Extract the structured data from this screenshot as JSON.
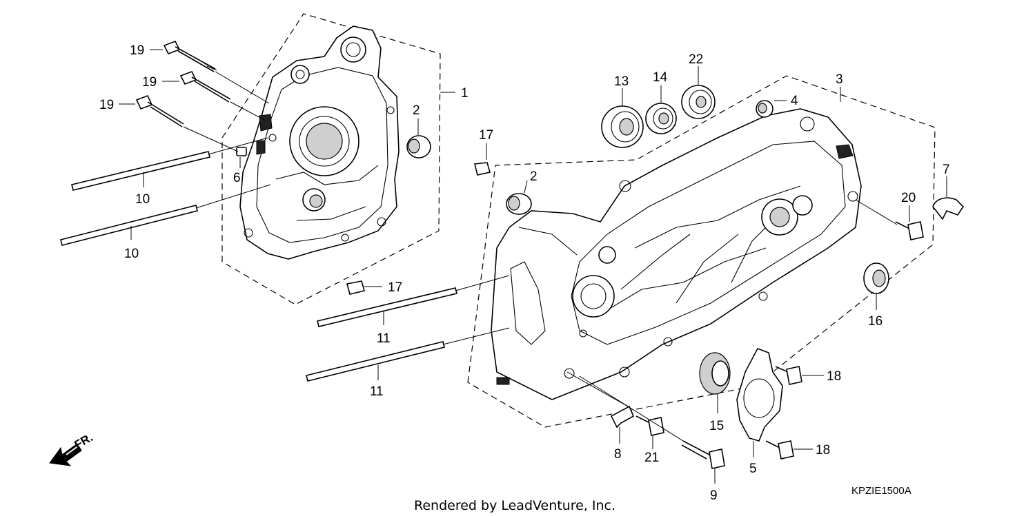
{
  "diagram": {
    "callouts": {
      "p1": "1",
      "p2a": "2",
      "p2b": "2",
      "p3": "3",
      "p4": "4",
      "p5": "5",
      "p6": "6",
      "p7": "7",
      "p8": "8",
      "p9": "9",
      "p10a": "10",
      "p10b": "10",
      "p11a": "11",
      "p11b": "11",
      "p13": "13",
      "p14": "14",
      "p15": "15",
      "p16": "16",
      "p17a": "17",
      "p17b": "17",
      "p18a": "18",
      "p18b": "18",
      "p19a": "19",
      "p19b": "19",
      "p19c": "19",
      "p20": "20",
      "p21": "21",
      "p22": "22"
    },
    "front_marker": "FR.",
    "diagram_code": "KPZIE1500A",
    "credit": "Rendered by LeadVenture, Inc."
  }
}
